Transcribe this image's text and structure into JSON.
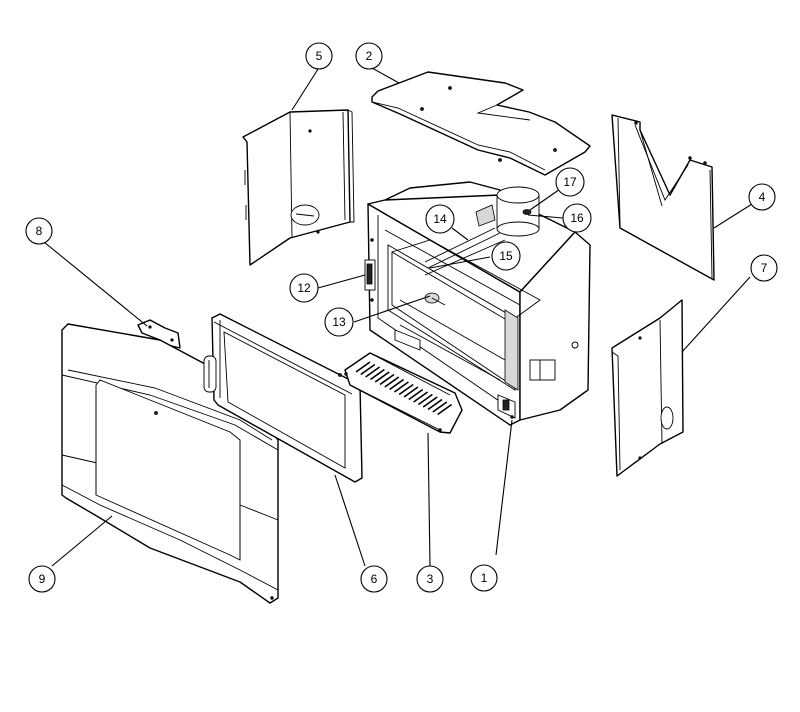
{
  "callouts": [
    {
      "id": "1",
      "label": "1"
    },
    {
      "id": "2",
      "label": "2"
    },
    {
      "id": "3",
      "label": "3"
    },
    {
      "id": "4",
      "label": "4"
    },
    {
      "id": "5",
      "label": "5"
    },
    {
      "id": "6",
      "label": "6"
    },
    {
      "id": "7",
      "label": "7"
    },
    {
      "id": "8",
      "label": "8"
    },
    {
      "id": "9",
      "label": "9"
    },
    {
      "id": "12",
      "label": "12"
    },
    {
      "id": "13",
      "label": "13"
    },
    {
      "id": "14",
      "label": "14"
    },
    {
      "id": "15",
      "label": "15"
    },
    {
      "id": "16",
      "label": "16"
    },
    {
      "id": "17",
      "label": "17"
    }
  ]
}
